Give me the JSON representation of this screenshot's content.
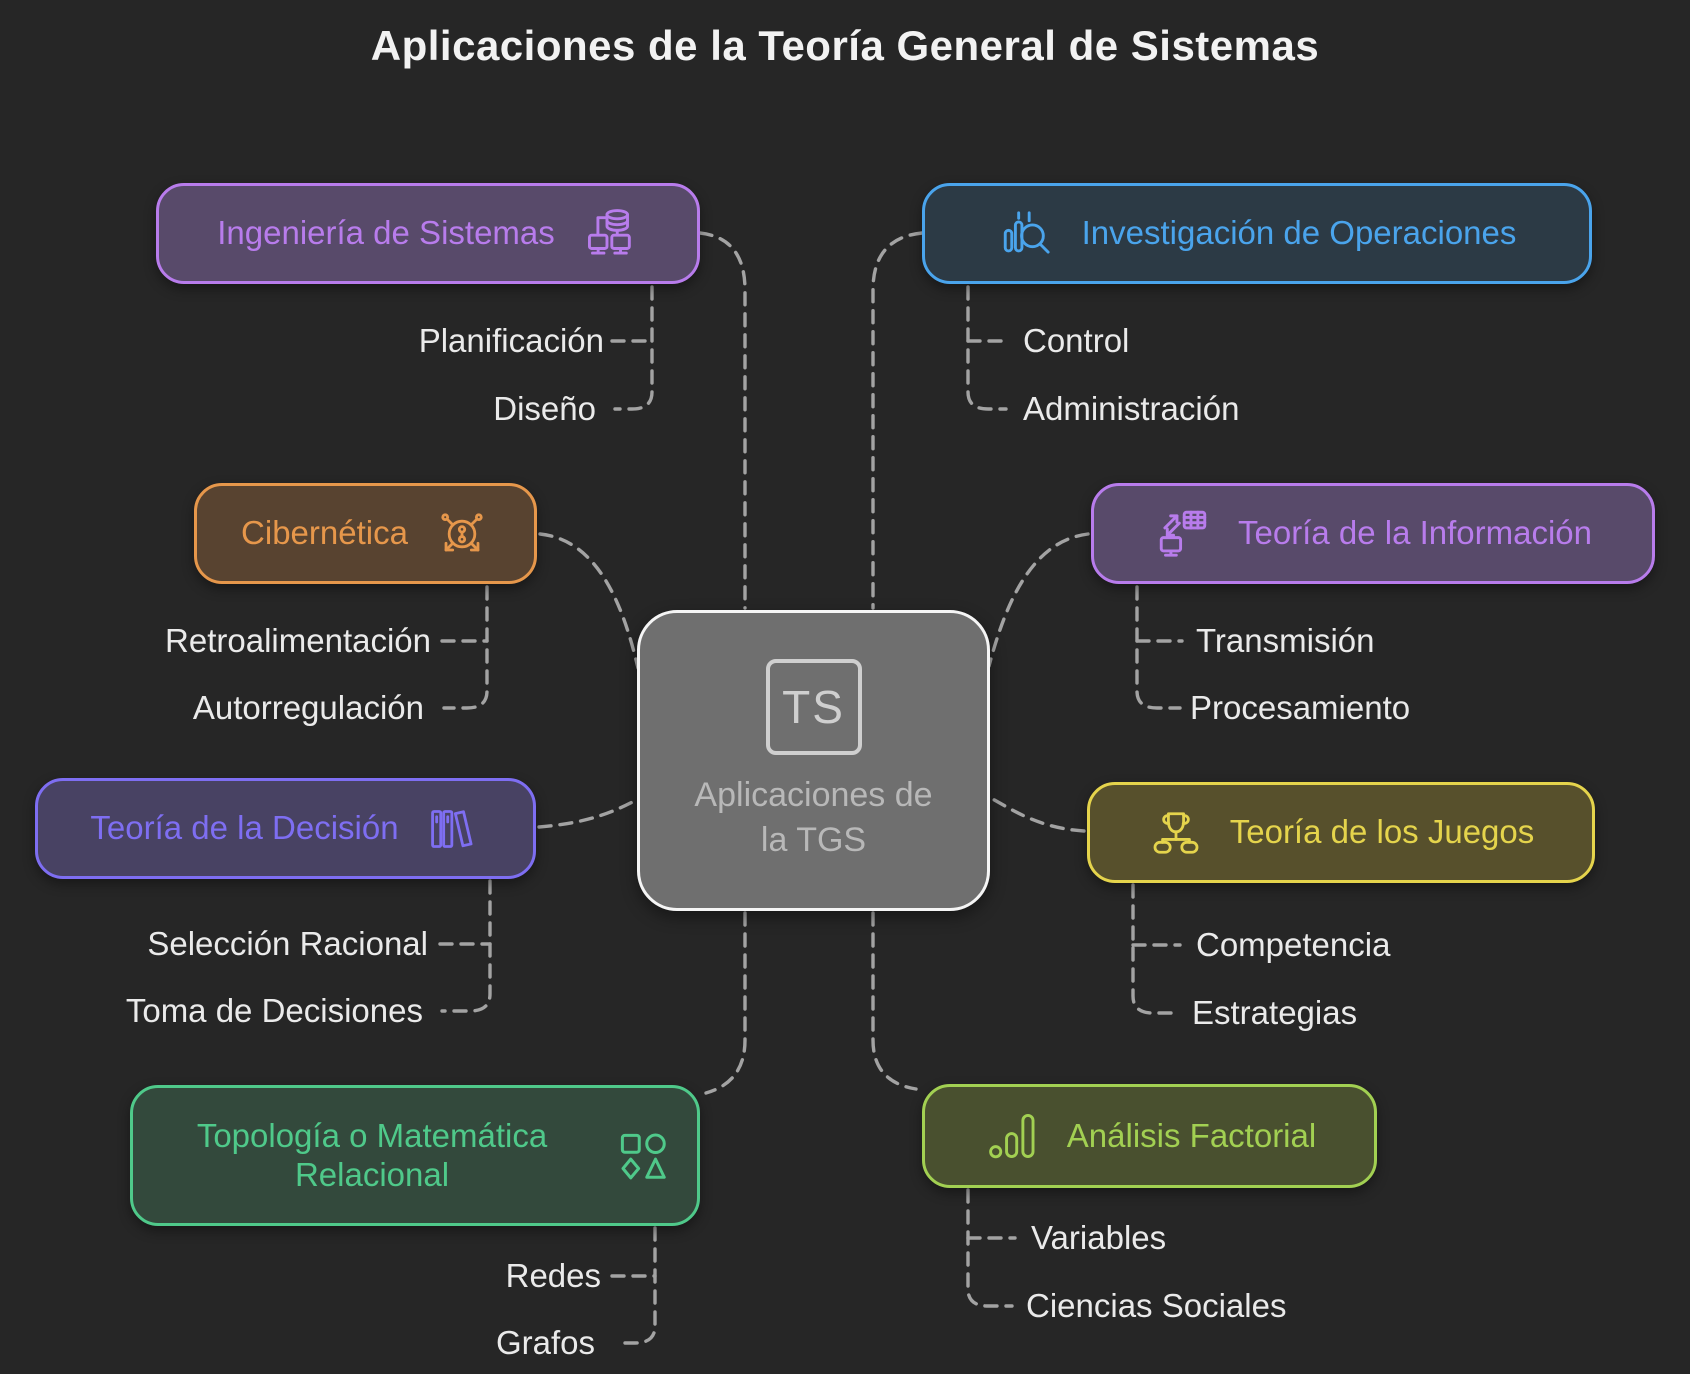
{
  "title": "Aplicaciones de la Teoría General de Sistemas",
  "center": {
    "badge": "TS",
    "label": "Aplicaciones de la TGS"
  },
  "branches": [
    {
      "label": "Ingeniería de Sistemas",
      "icon": "database-network-icon",
      "color": "#b87cec",
      "fill": "#584a6a",
      "children": [
        "Planificación",
        "Diseño"
      ]
    },
    {
      "label": "Investigación de Operaciones",
      "icon": "bar-chart-magnifier-icon",
      "color": "#4aa4ec",
      "fill": "#2c3a45",
      "children": [
        "Control",
        "Administración"
      ]
    },
    {
      "label": "Cibernética",
      "icon": "network-nodes-arrows-icon",
      "color": "#e6974b",
      "fill": "#584330",
      "children": [
        "Retroalimentación",
        "Autorregulación"
      ]
    },
    {
      "label": "Teoría de la Información",
      "icon": "data-transfer-icon",
      "color": "#b87cec",
      "fill": "#584a6a",
      "children": [
        "Transmisión",
        "Procesamiento"
      ]
    },
    {
      "label": "Teoría de la Decisión",
      "icon": "books-icon",
      "color": "#7e6ef2",
      "fill": "#484263",
      "children": [
        "Selección Racional",
        "Toma de Decisiones"
      ]
    },
    {
      "label": "Teoría de los Juegos",
      "icon": "trophy-bracket-icon",
      "color": "#e5d44c",
      "fill": "#57502c",
      "children": [
        "Competencia",
        "Estrategias"
      ]
    },
    {
      "label": "Topología o Matemática Relacional",
      "icon": "geometric-shapes-icon",
      "color": "#4fc98a",
      "fill": "#33493c",
      "children": [
        "Redes",
        "Grafos"
      ]
    },
    {
      "label": "Análisis Factorial",
      "icon": "analytics-bars-icon",
      "color": "#a2d052",
      "fill": "#49502f",
      "children": [
        "Variables",
        "Ciencias Sociales"
      ]
    }
  ],
  "colors": {
    "background": "#262626",
    "connector": "#a3a3a3",
    "child_text": "#eaeaea",
    "title_text": "#f2f2f2",
    "center_fill": "#6f6f6f",
    "center_border": "#f5f5f5",
    "center_text": "#b8b8b8",
    "badge_text": "#cfcfcf"
  }
}
